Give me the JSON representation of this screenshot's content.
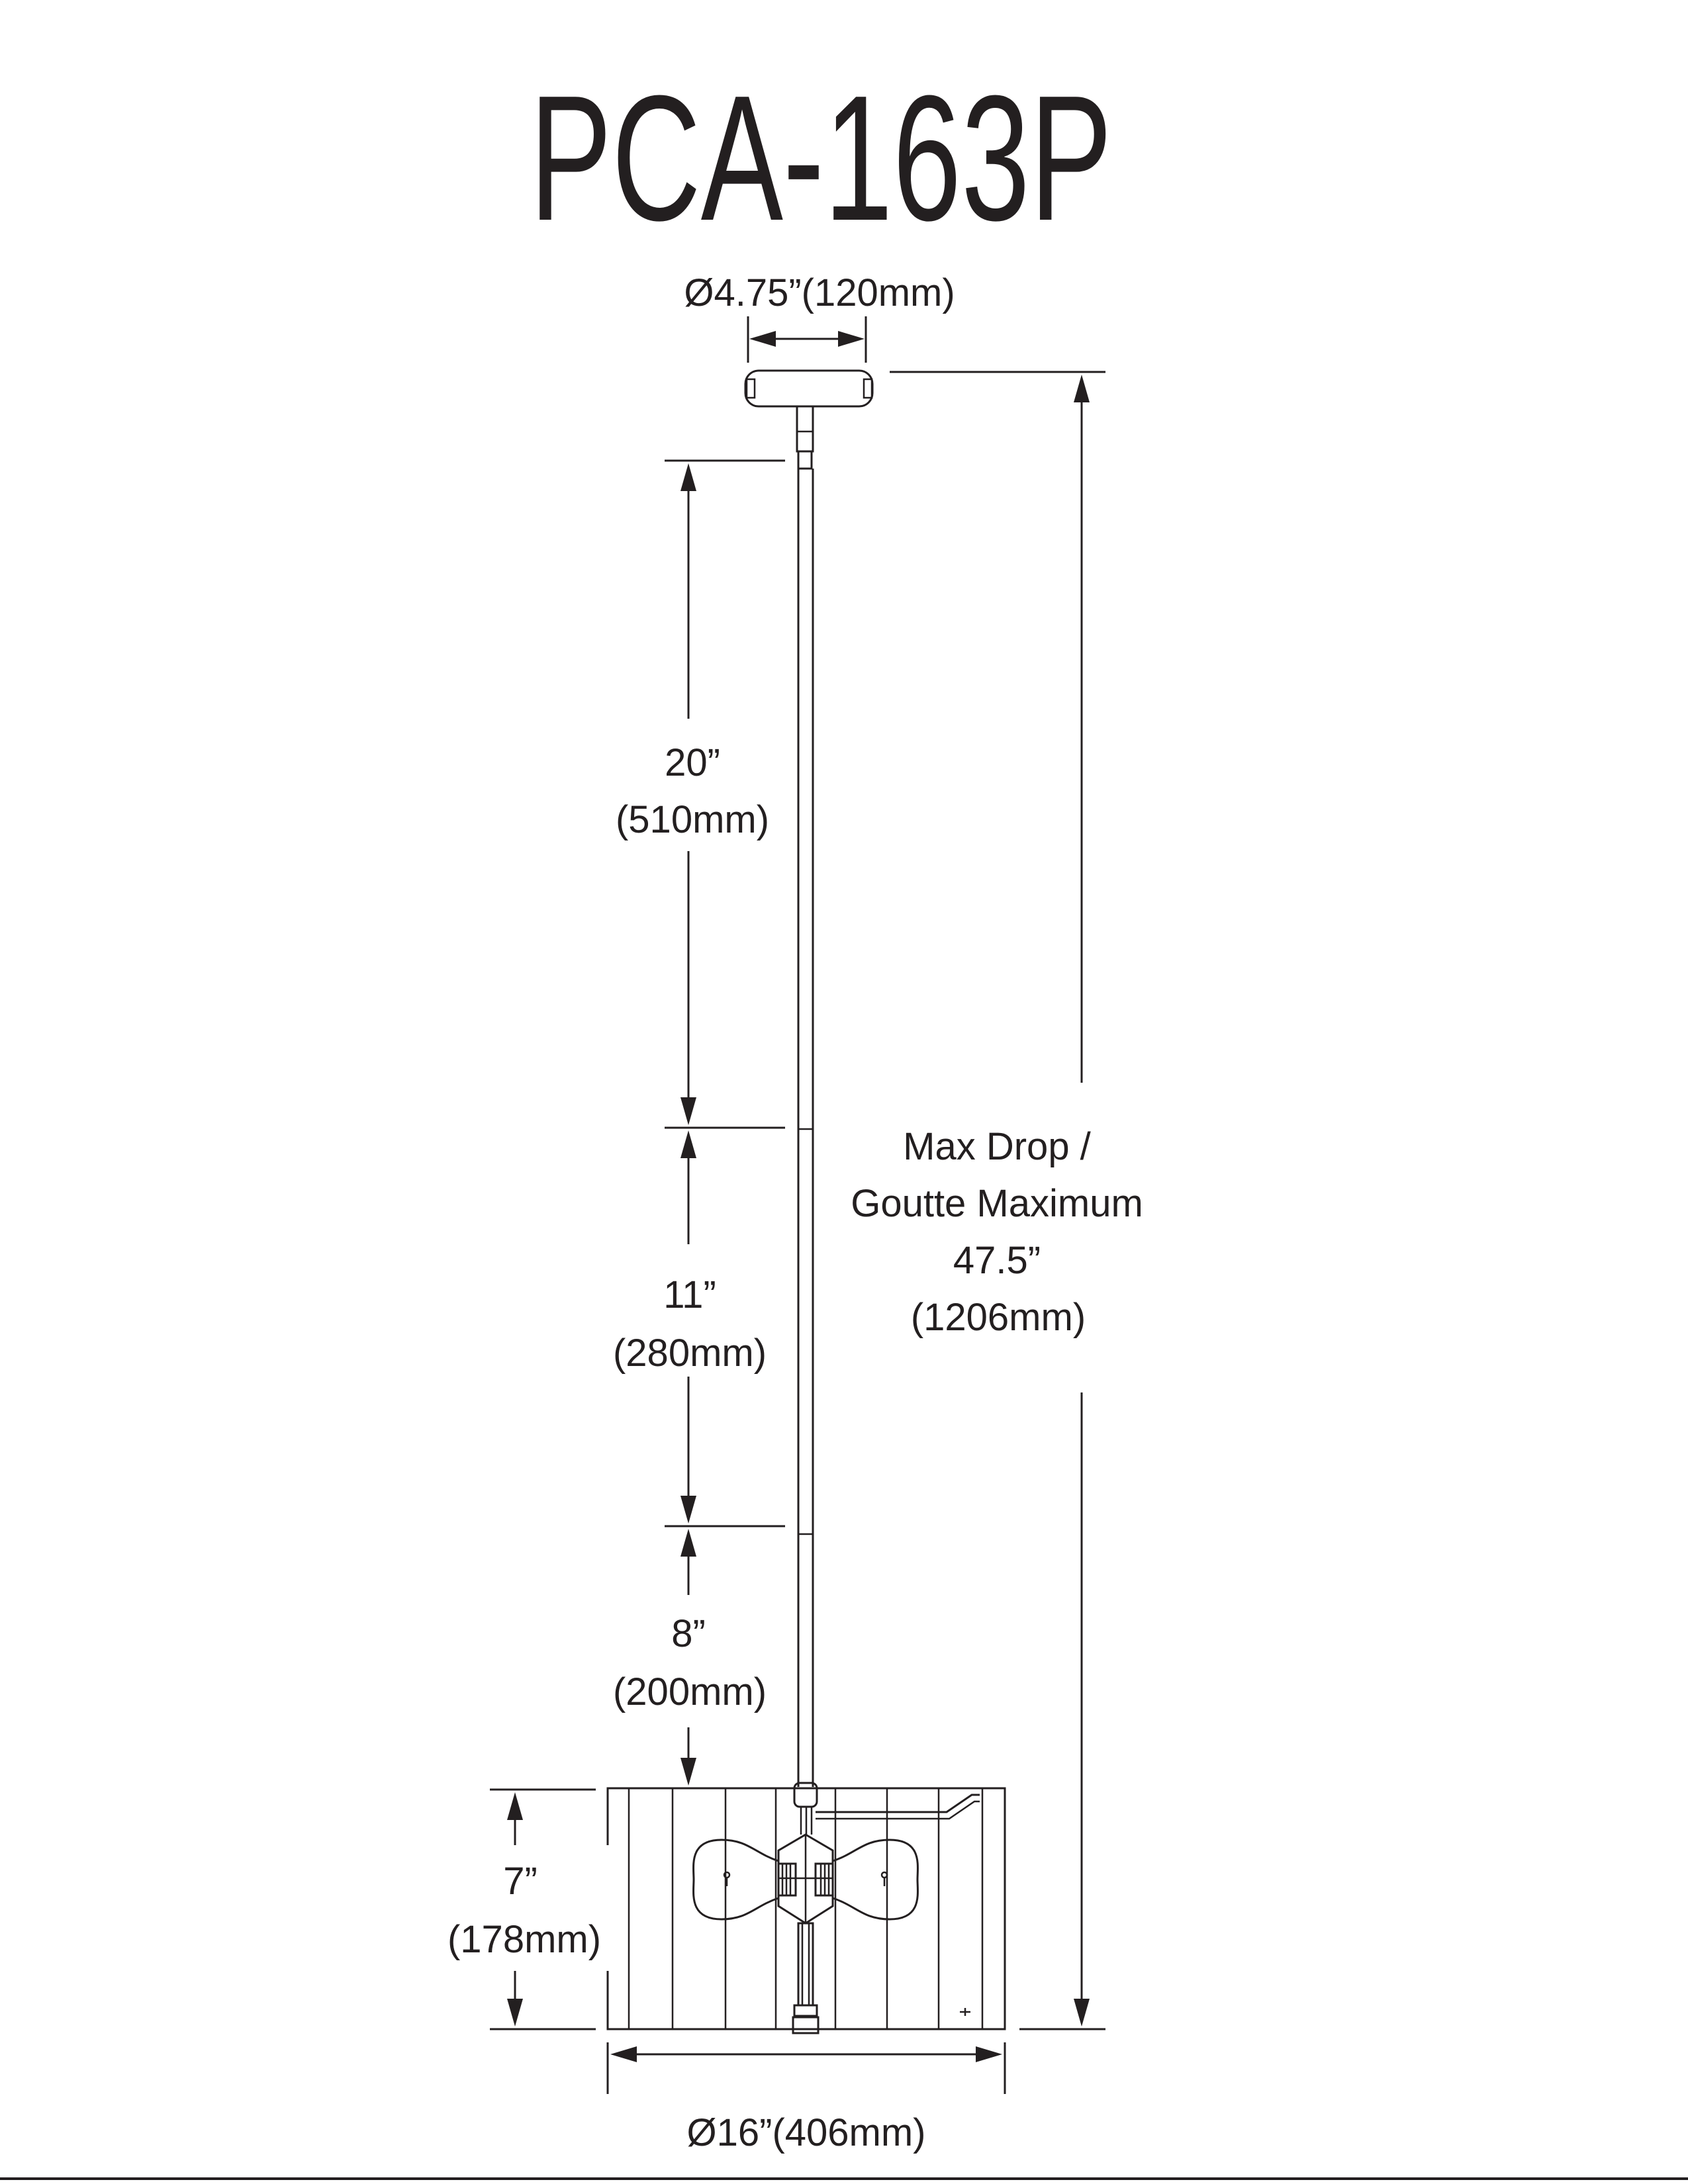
{
  "title": "PCA-163P",
  "dimensions": {
    "canopy_diameter": "Ø4.75”(120mm)",
    "rod_1": {
      "inches": "20”",
      "mm": "(510mm)"
    },
    "rod_2": {
      "inches": "11”",
      "mm": "(280mm)"
    },
    "rod_3": {
      "inches": "8”",
      "mm": "(200mm)"
    },
    "shade_height": {
      "inches": "7”",
      "mm": "(178mm)"
    },
    "shade_diameter": "Ø16”(406mm)",
    "max_drop": {
      "line1": "Max Drop /",
      "line2": "Goutte Maximum",
      "inches": "47.5”",
      "mm": "(1206mm)"
    }
  },
  "colors": {
    "ink": "#231f20",
    "background": "#ffffff"
  }
}
